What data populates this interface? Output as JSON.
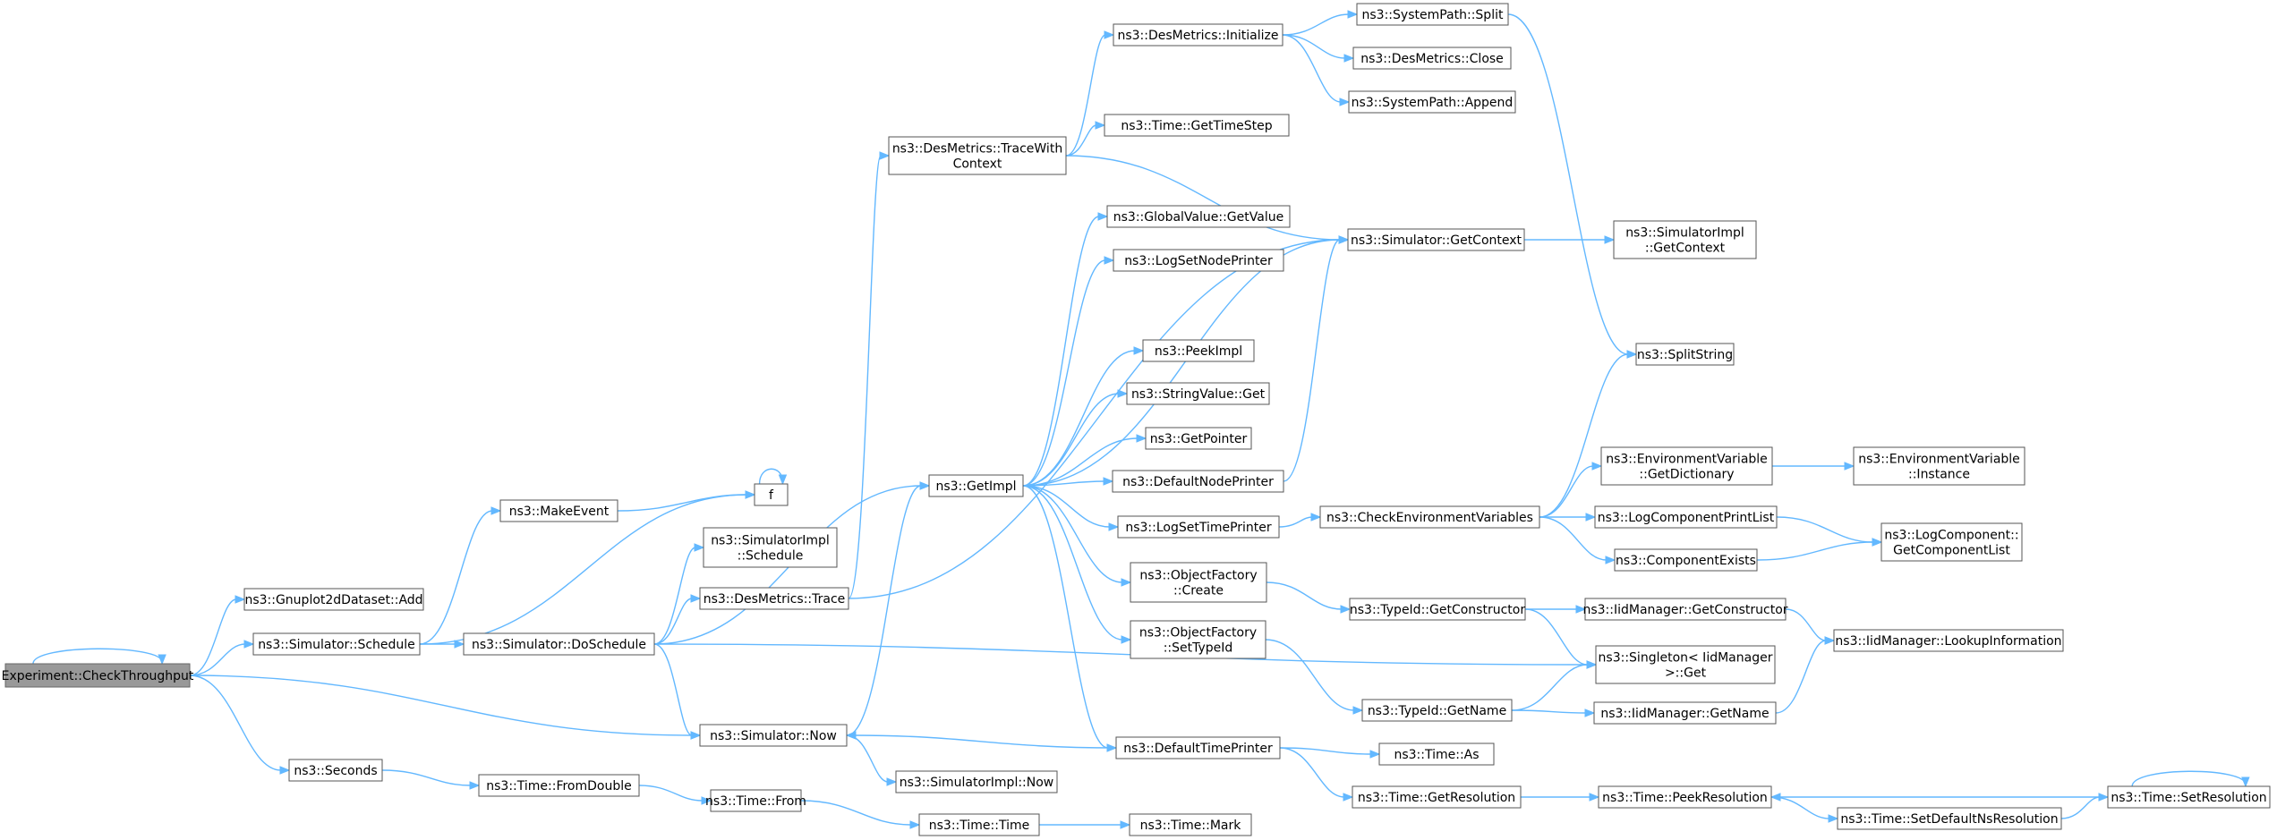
{
  "colors": {
    "edge": "#63b8ff",
    "node_border": "#555555",
    "root_fill": "#999999"
  },
  "nodes": [
    {
      "id": "checkthroughput",
      "lines": [
        "Experiment::CheckThroughput"
      ],
      "root": true
    },
    {
      "id": "gnuplot_add",
      "lines": [
        "ns3::Gnuplot2dDataset::Add"
      ]
    },
    {
      "id": "sim_schedule",
      "lines": [
        "ns3::Simulator::Schedule"
      ]
    },
    {
      "id": "makeevent",
      "lines": [
        "ns3::MakeEvent"
      ]
    },
    {
      "id": "f",
      "lines": [
        "f"
      ]
    },
    {
      "id": "sim_doschedule",
      "lines": [
        "ns3::Simulator::DoSchedule"
      ]
    },
    {
      "id": "simimpl_schedule",
      "lines": [
        "ns3::SimulatorImpl",
        "::Schedule"
      ]
    },
    {
      "id": "desmetrics_trace",
      "lines": [
        "ns3::DesMetrics::Trace"
      ]
    },
    {
      "id": "sim_now",
      "lines": [
        "ns3::Simulator::Now"
      ]
    },
    {
      "id": "seconds",
      "lines": [
        "ns3::Seconds"
      ]
    },
    {
      "id": "time_fromdouble",
      "lines": [
        "ns3::Time::FromDouble"
      ]
    },
    {
      "id": "time_from",
      "lines": [
        "ns3::Time::From"
      ]
    },
    {
      "id": "time_time",
      "lines": [
        "ns3::Time::Time"
      ]
    },
    {
      "id": "time_mark",
      "lines": [
        "ns3::Time::Mark"
      ]
    },
    {
      "id": "simimpl_now",
      "lines": [
        "ns3::SimulatorImpl::Now"
      ]
    },
    {
      "id": "getimpl",
      "lines": [
        "ns3::GetImpl"
      ]
    },
    {
      "id": "desmetrics_tracewith",
      "lines": [
        "ns3::DesMetrics::TraceWith",
        "Context"
      ]
    },
    {
      "id": "desmetrics_init",
      "lines": [
        "ns3::DesMetrics::Initialize"
      ]
    },
    {
      "id": "systempath_split",
      "lines": [
        "ns3::SystemPath::Split"
      ]
    },
    {
      "id": "desmetrics_close",
      "lines": [
        "ns3::DesMetrics::Close"
      ]
    },
    {
      "id": "systempath_append",
      "lines": [
        "ns3::SystemPath::Append"
      ]
    },
    {
      "id": "time_gettimestep",
      "lines": [
        "ns3::Time::GetTimeStep"
      ]
    },
    {
      "id": "globalvalue_getvalue",
      "lines": [
        "ns3::GlobalValue::GetValue"
      ]
    },
    {
      "id": "logsetnodeprinter",
      "lines": [
        "ns3::LogSetNodePrinter"
      ]
    },
    {
      "id": "peekimpl",
      "lines": [
        "ns3::PeekImpl"
      ]
    },
    {
      "id": "stringvalue_get",
      "lines": [
        "ns3::StringValue::Get"
      ]
    },
    {
      "id": "getpointer",
      "lines": [
        "ns3::GetPointer"
      ]
    },
    {
      "id": "defaultnodeprinter",
      "lines": [
        "ns3::DefaultNodePrinter"
      ]
    },
    {
      "id": "logsettimeprinter",
      "lines": [
        "ns3::LogSetTimePrinter"
      ]
    },
    {
      "id": "objectfactory_create",
      "lines": [
        "ns3::ObjectFactory",
        "::Create"
      ]
    },
    {
      "id": "objectfactory_settypeid",
      "lines": [
        "ns3::ObjectFactory",
        "::SetTypeId"
      ]
    },
    {
      "id": "defaulttimeprinter",
      "lines": [
        "ns3::DefaultTimePrinter"
      ]
    },
    {
      "id": "sim_getcontext",
      "lines": [
        "ns3::Simulator::GetContext"
      ]
    },
    {
      "id": "simimpl_getcontext",
      "lines": [
        "ns3::SimulatorImpl",
        "::GetContext"
      ]
    },
    {
      "id": "splitstring",
      "lines": [
        "ns3::SplitString"
      ]
    },
    {
      "id": "checkenvvars",
      "lines": [
        "ns3::CheckEnvironmentVariables"
      ]
    },
    {
      "id": "envvar_getdict",
      "lines": [
        "ns3::EnvironmentVariable",
        "::GetDictionary"
      ]
    },
    {
      "id": "envvar_instance",
      "lines": [
        "ns3::EnvironmentVariable",
        "::Instance"
      ]
    },
    {
      "id": "logcomponentprintlist",
      "lines": [
        "ns3::LogComponentPrintList"
      ]
    },
    {
      "id": "componentexists",
      "lines": [
        "ns3::ComponentExists"
      ]
    },
    {
      "id": "logcomponent_getlist",
      "lines": [
        "ns3::LogComponent::",
        "GetComponentList"
      ]
    },
    {
      "id": "typeid_getconstructor",
      "lines": [
        "ns3::TypeId::GetConstructor"
      ]
    },
    {
      "id": "iidmanager_getconstructor",
      "lines": [
        "ns3::IidManager::GetConstructor"
      ]
    },
    {
      "id": "iidmanager_lookup",
      "lines": [
        "ns3::IidManager::LookupInformation"
      ]
    },
    {
      "id": "singleton_get",
      "lines": [
        "ns3::Singleton< IidManager",
        " >::Get"
      ]
    },
    {
      "id": "typeid_getname",
      "lines": [
        "ns3::TypeId::GetName"
      ]
    },
    {
      "id": "iidmanager_getname",
      "lines": [
        "ns3::IidManager::GetName"
      ]
    },
    {
      "id": "time_as",
      "lines": [
        "ns3::Time::As"
      ]
    },
    {
      "id": "time_getresolution",
      "lines": [
        "ns3::Time::GetResolution"
      ]
    },
    {
      "id": "time_peekresolution",
      "lines": [
        "ns3::Time::PeekResolution"
      ]
    },
    {
      "id": "time_setdefaultnsres",
      "lines": [
        "ns3::Time::SetDefaultNsResolution"
      ]
    },
    {
      "id": "time_setresolution",
      "lines": [
        "ns3::Time::SetResolution"
      ]
    }
  ],
  "edges": [
    [
      "checkthroughput",
      "checkthroughput"
    ],
    [
      "checkthroughput",
      "gnuplot_add"
    ],
    [
      "checkthroughput",
      "sim_schedule"
    ],
    [
      "checkthroughput",
      "sim_now"
    ],
    [
      "checkthroughput",
      "seconds"
    ],
    [
      "sim_schedule",
      "makeevent"
    ],
    [
      "sim_schedule",
      "f"
    ],
    [
      "sim_schedule",
      "sim_doschedule"
    ],
    [
      "makeevent",
      "f"
    ],
    [
      "f",
      "f"
    ],
    [
      "sim_doschedule",
      "simimpl_schedule"
    ],
    [
      "sim_doschedule",
      "desmetrics_trace"
    ],
    [
      "sim_doschedule",
      "getimpl"
    ],
    [
      "sim_doschedule",
      "sim_now"
    ],
    [
      "sim_doschedule",
      "singleton_get"
    ],
    [
      "desmetrics_trace",
      "desmetrics_tracewith"
    ],
    [
      "desmetrics_trace",
      "sim_getcontext"
    ],
    [
      "sim_now",
      "getimpl"
    ],
    [
      "sim_now",
      "simimpl_now"
    ],
    [
      "seconds",
      "time_fromdouble"
    ],
    [
      "time_fromdouble",
      "time_from"
    ],
    [
      "time_from",
      "time_time"
    ],
    [
      "time_time",
      "time_mark"
    ],
    [
      "desmetrics_tracewith",
      "desmetrics_init"
    ],
    [
      "desmetrics_tracewith",
      "time_gettimestep"
    ],
    [
      "desmetrics_tracewith",
      "sim_getcontext"
    ],
    [
      "desmetrics_init",
      "systempath_split"
    ],
    [
      "desmetrics_init",
      "desmetrics_close"
    ],
    [
      "desmetrics_init",
      "systempath_append"
    ],
    [
      "systempath_split",
      "splitstring"
    ],
    [
      "getimpl",
      "globalvalue_getvalue"
    ],
    [
      "getimpl",
      "logsetnodeprinter"
    ],
    [
      "getimpl",
      "peekimpl"
    ],
    [
      "getimpl",
      "stringvalue_get"
    ],
    [
      "getimpl",
      "getpointer"
    ],
    [
      "getimpl",
      "defaultnodeprinter"
    ],
    [
      "getimpl",
      "logsettimeprinter"
    ],
    [
      "getimpl",
      "objectfactory_create"
    ],
    [
      "getimpl",
      "objectfactory_settypeid"
    ],
    [
      "getimpl",
      "defaulttimeprinter"
    ],
    [
      "getimpl",
      "sim_getcontext"
    ],
    [
      "defaultnodeprinter",
      "sim_getcontext"
    ],
    [
      "sim_getcontext",
      "simimpl_getcontext"
    ],
    [
      "logsettimeprinter",
      "checkenvvars"
    ],
    [
      "checkenvvars",
      "splitstring"
    ],
    [
      "checkenvvars",
      "envvar_getdict"
    ],
    [
      "checkenvvars",
      "logcomponentprintlist"
    ],
    [
      "checkenvvars",
      "componentexists"
    ],
    [
      "envvar_getdict",
      "envvar_instance"
    ],
    [
      "logcomponentprintlist",
      "logcomponent_getlist"
    ],
    [
      "componentexists",
      "logcomponent_getlist"
    ],
    [
      "objectfactory_create",
      "typeid_getconstructor"
    ],
    [
      "typeid_getconstructor",
      "iidmanager_getconstructor"
    ],
    [
      "typeid_getconstructor",
      "singleton_get"
    ],
    [
      "iidmanager_getconstructor",
      "iidmanager_lookup"
    ],
    [
      "objectfactory_settypeid",
      "typeid_getname"
    ],
    [
      "typeid_getname",
      "singleton_get"
    ],
    [
      "typeid_getname",
      "iidmanager_getname"
    ],
    [
      "iidmanager_getname",
      "iidmanager_lookup"
    ],
    [
      "defaulttimeprinter",
      "sim_now"
    ],
    [
      "defaulttimeprinter",
      "time_as"
    ],
    [
      "defaulttimeprinter",
      "time_getresolution"
    ],
    [
      "time_getresolution",
      "time_peekresolution"
    ],
    [
      "time_peekresolution",
      "time_setdefaultnsres"
    ],
    [
      "time_setdefaultnsres",
      "time_setresolution"
    ],
    [
      "time_setresolution",
      "time_peekresolution"
    ],
    [
      "time_setresolution",
      "time_setresolution"
    ]
  ]
}
